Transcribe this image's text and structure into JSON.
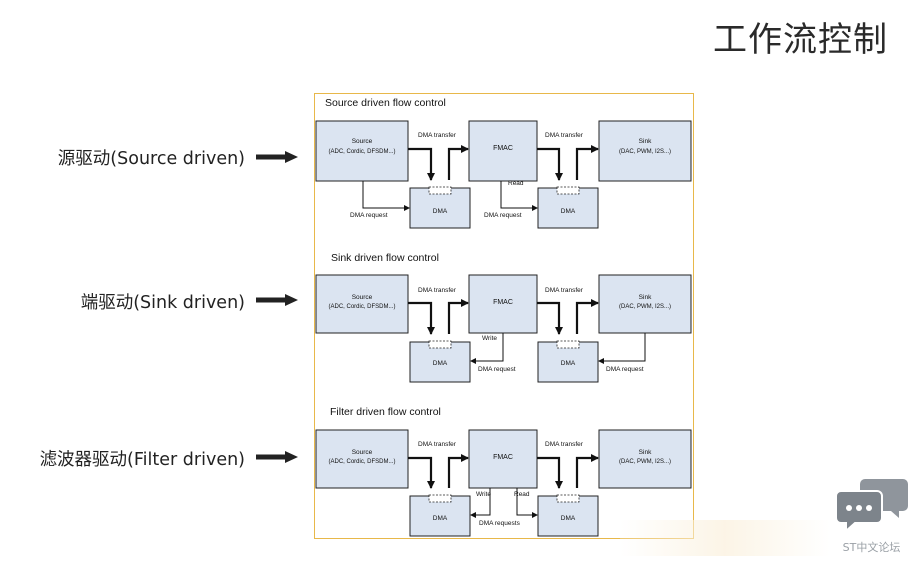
{
  "page": {
    "title": "工作流控制"
  },
  "rows": [
    {
      "label": "源驱动(Source driven)"
    },
    {
      "label": "端驱动(Sink driven)"
    },
    {
      "label": "滤波器驱动(Filter driven)"
    }
  ],
  "sections": [
    {
      "title": "Source driven flow control",
      "source_line1": "Source",
      "source_line2": "(ADC, Cordic, DFSDM...)",
      "fmac": "FMAC",
      "sink_line1": "Sink",
      "sink_line2": "(DAC, PWM, I2S...)",
      "dma1": "DMA",
      "dma2": "DMA",
      "transfer1": "DMA transfer",
      "transfer2": "DMA transfer",
      "req1": "DMA request",
      "req2": "DMA request",
      "mid": "Read"
    },
    {
      "title": "Sink driven flow control",
      "source_line1": "Source",
      "source_line2": "(ADC, Cordic, DFSDM...)",
      "fmac": "FMAC",
      "sink_line1": "Sink",
      "sink_line2": "(DAC, PWM, I2S...)",
      "dma1": "DMA",
      "dma2": "DMA",
      "transfer1": "DMA transfer",
      "transfer2": "DMA transfer",
      "req1": "DMA request",
      "req2": "DMA request",
      "mid": "Write"
    },
    {
      "title": "Filter driven flow control",
      "source_line1": "Source",
      "source_line2": "(ADC, Cordic, DFSDM...)",
      "fmac": "FMAC",
      "sink_line1": "Sink",
      "sink_line2": "(DAC, PWM, I2S...)",
      "dma1": "DMA",
      "dma2": "DMA",
      "transfer1": "DMA transfer",
      "transfer2": "DMA transfer",
      "req1": "DMA requests",
      "mid_write": "Write",
      "mid_read": "Read"
    }
  ],
  "watermark": {
    "text": "ST中文论坛",
    "icon": "chat-bubbles-icon"
  }
}
